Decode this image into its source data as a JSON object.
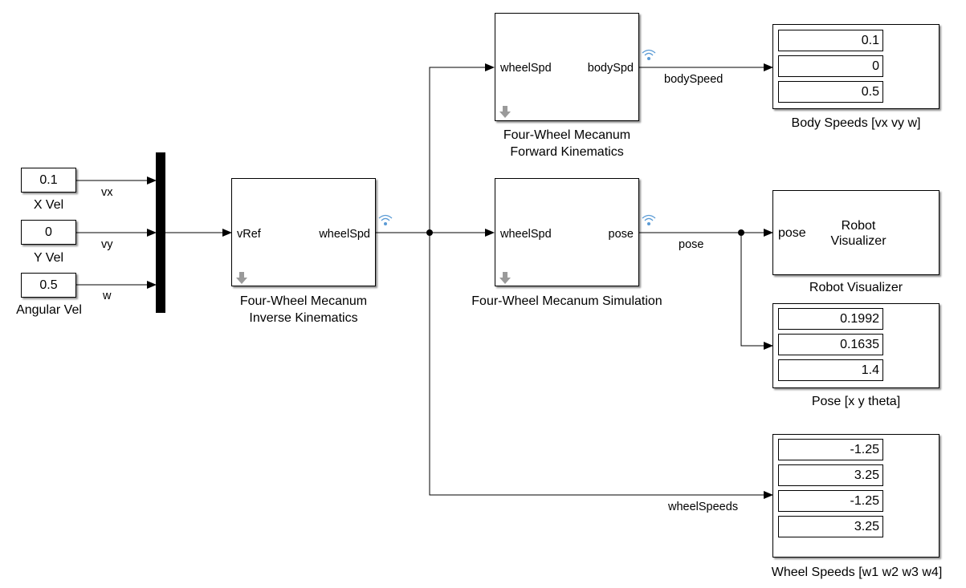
{
  "inputs": [
    {
      "value": "0.1",
      "label": "X Vel",
      "signal": "vx"
    },
    {
      "value": "0",
      "label": "Y Vel",
      "signal": "vy"
    },
    {
      "value": "0.5",
      "label": "Angular Vel",
      "signal": "w"
    }
  ],
  "inverse_kinematics": {
    "in_port": "vRef",
    "out_port": "wheelSpd",
    "title_line1": "Four-Wheel Mecanum",
    "title_line2": "Inverse Kinematics"
  },
  "forward_kinematics": {
    "in_port": "wheelSpd",
    "out_port": "bodySpd",
    "title_line1": "Four-Wheel Mecanum",
    "title_line2": "Forward Kinematics",
    "out_signal": "bodySpeed"
  },
  "simulation": {
    "in_port": "wheelSpd",
    "out_port": "pose",
    "title": "Four-Wheel Mecanum Simulation",
    "out_signal": "pose"
  },
  "body_speeds_display": {
    "values": [
      "0.1",
      "0",
      "0.5"
    ],
    "title": "Body Speeds [vx vy w]"
  },
  "robot_visualizer": {
    "in_port": "pose",
    "inner_line1": "Robot",
    "inner_line2": "Visualizer",
    "title": "Robot Visualizer"
  },
  "pose_display": {
    "values": [
      "0.1992",
      "0.1635",
      "1.4"
    ],
    "title": "Pose [x y theta]"
  },
  "wheel_speeds_display": {
    "values": [
      "-1.25",
      "3.25",
      "-1.25",
      "3.25"
    ],
    "title": "Wheel Speeds [w1 w2 w3 w4]",
    "in_signal": "wheelSpeeds"
  },
  "colors": {
    "wire": "#000000",
    "stream_icon": "#5b9bd5",
    "down_icon": "#9a9a9a"
  }
}
